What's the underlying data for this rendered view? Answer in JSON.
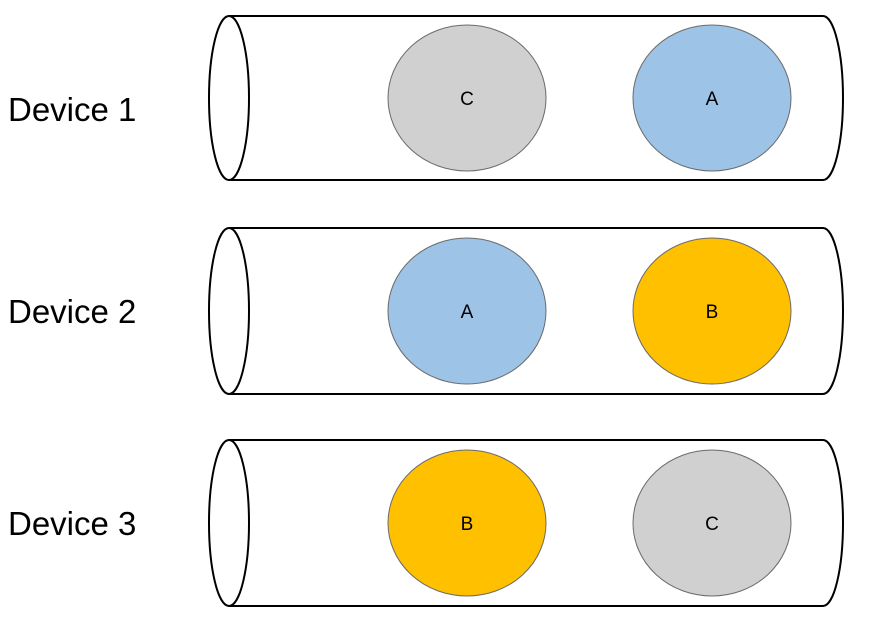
{
  "devices": [
    {
      "label": "Device 1",
      "balls": [
        {
          "label": "C",
          "color": "#d0d0d0"
        },
        {
          "label": "A",
          "color": "#9dc3e6"
        }
      ]
    },
    {
      "label": "Device 2",
      "balls": [
        {
          "label": "A",
          "color": "#9dc3e6"
        },
        {
          "label": "B",
          "color": "#ffc000"
        }
      ]
    },
    {
      "label": "Device 3",
      "balls": [
        {
          "label": "B",
          "color": "#ffc000"
        },
        {
          "label": "C",
          "color": "#d0d0d0"
        }
      ]
    }
  ]
}
